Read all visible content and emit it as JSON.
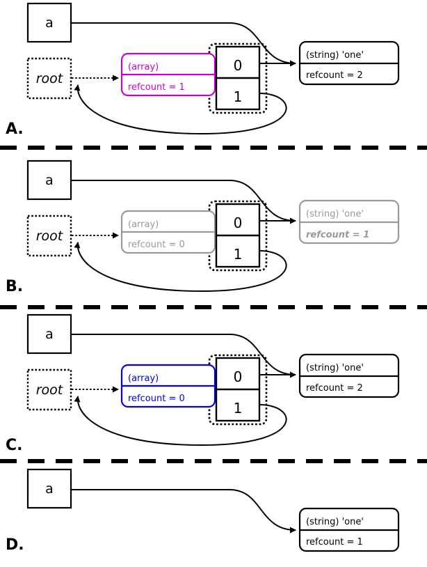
{
  "diagram": {
    "title": "PHP array refcount / garbage-collection panels",
    "colors": {
      "black": "#000000",
      "magenta": "#CC00CC",
      "grey": "#999999",
      "blue": "#0000EE",
      "background": "#FFFFFF"
    },
    "separator_count": 3
  },
  "panels": [
    {
      "label": "A.",
      "variable_box": {
        "text": "a"
      },
      "root_box": {
        "text": "root"
      },
      "array_node": {
        "type_label": "(array)",
        "refcount_label": "refcount = 1",
        "color": "#CC00CC",
        "bold": false
      },
      "index_cells": [
        {
          "text": "0"
        },
        {
          "text": "1"
        }
      ],
      "string_node": {
        "type_label": "(string) 'one'",
        "refcount_label": "refcount = 2",
        "color": "#000000",
        "bold": false
      },
      "has_root": true,
      "has_array": true,
      "has_string": true,
      "has_self_loop": true
    },
    {
      "label": "B.",
      "variable_box": {
        "text": "a"
      },
      "root_box": {
        "text": "root"
      },
      "array_node": {
        "type_label": "(array)",
        "refcount_label": "refcount = 0",
        "color": "#999999",
        "bold": false
      },
      "index_cells": [
        {
          "text": "0"
        },
        {
          "text": "1"
        }
      ],
      "string_node": {
        "type_label": "(string) 'one'",
        "refcount_label": "refcount = 1",
        "color": "#999999",
        "bold": true
      },
      "has_root": true,
      "has_array": true,
      "has_string": true,
      "has_self_loop": true
    },
    {
      "label": "C.",
      "variable_box": {
        "text": "a"
      },
      "root_box": {
        "text": "root"
      },
      "array_node": {
        "type_label": "(array)",
        "refcount_label": "refcount = 0",
        "color": "#0000EE",
        "bold": false
      },
      "index_cells": [
        {
          "text": "0"
        },
        {
          "text": "1"
        }
      ],
      "string_node": {
        "type_label": "(string) 'one'",
        "refcount_label": "refcount = 2",
        "color": "#000000",
        "bold": false
      },
      "has_root": true,
      "has_array": true,
      "has_string": true,
      "has_self_loop": true
    },
    {
      "label": "D.",
      "variable_box": {
        "text": "a"
      },
      "root_box": null,
      "array_node": null,
      "index_cells": [],
      "string_node": {
        "type_label": "(string) 'one'",
        "refcount_label": "refcount = 1",
        "color": "#000000",
        "bold": false
      },
      "has_root": false,
      "has_array": false,
      "has_string": true,
      "has_self_loop": false
    }
  ]
}
